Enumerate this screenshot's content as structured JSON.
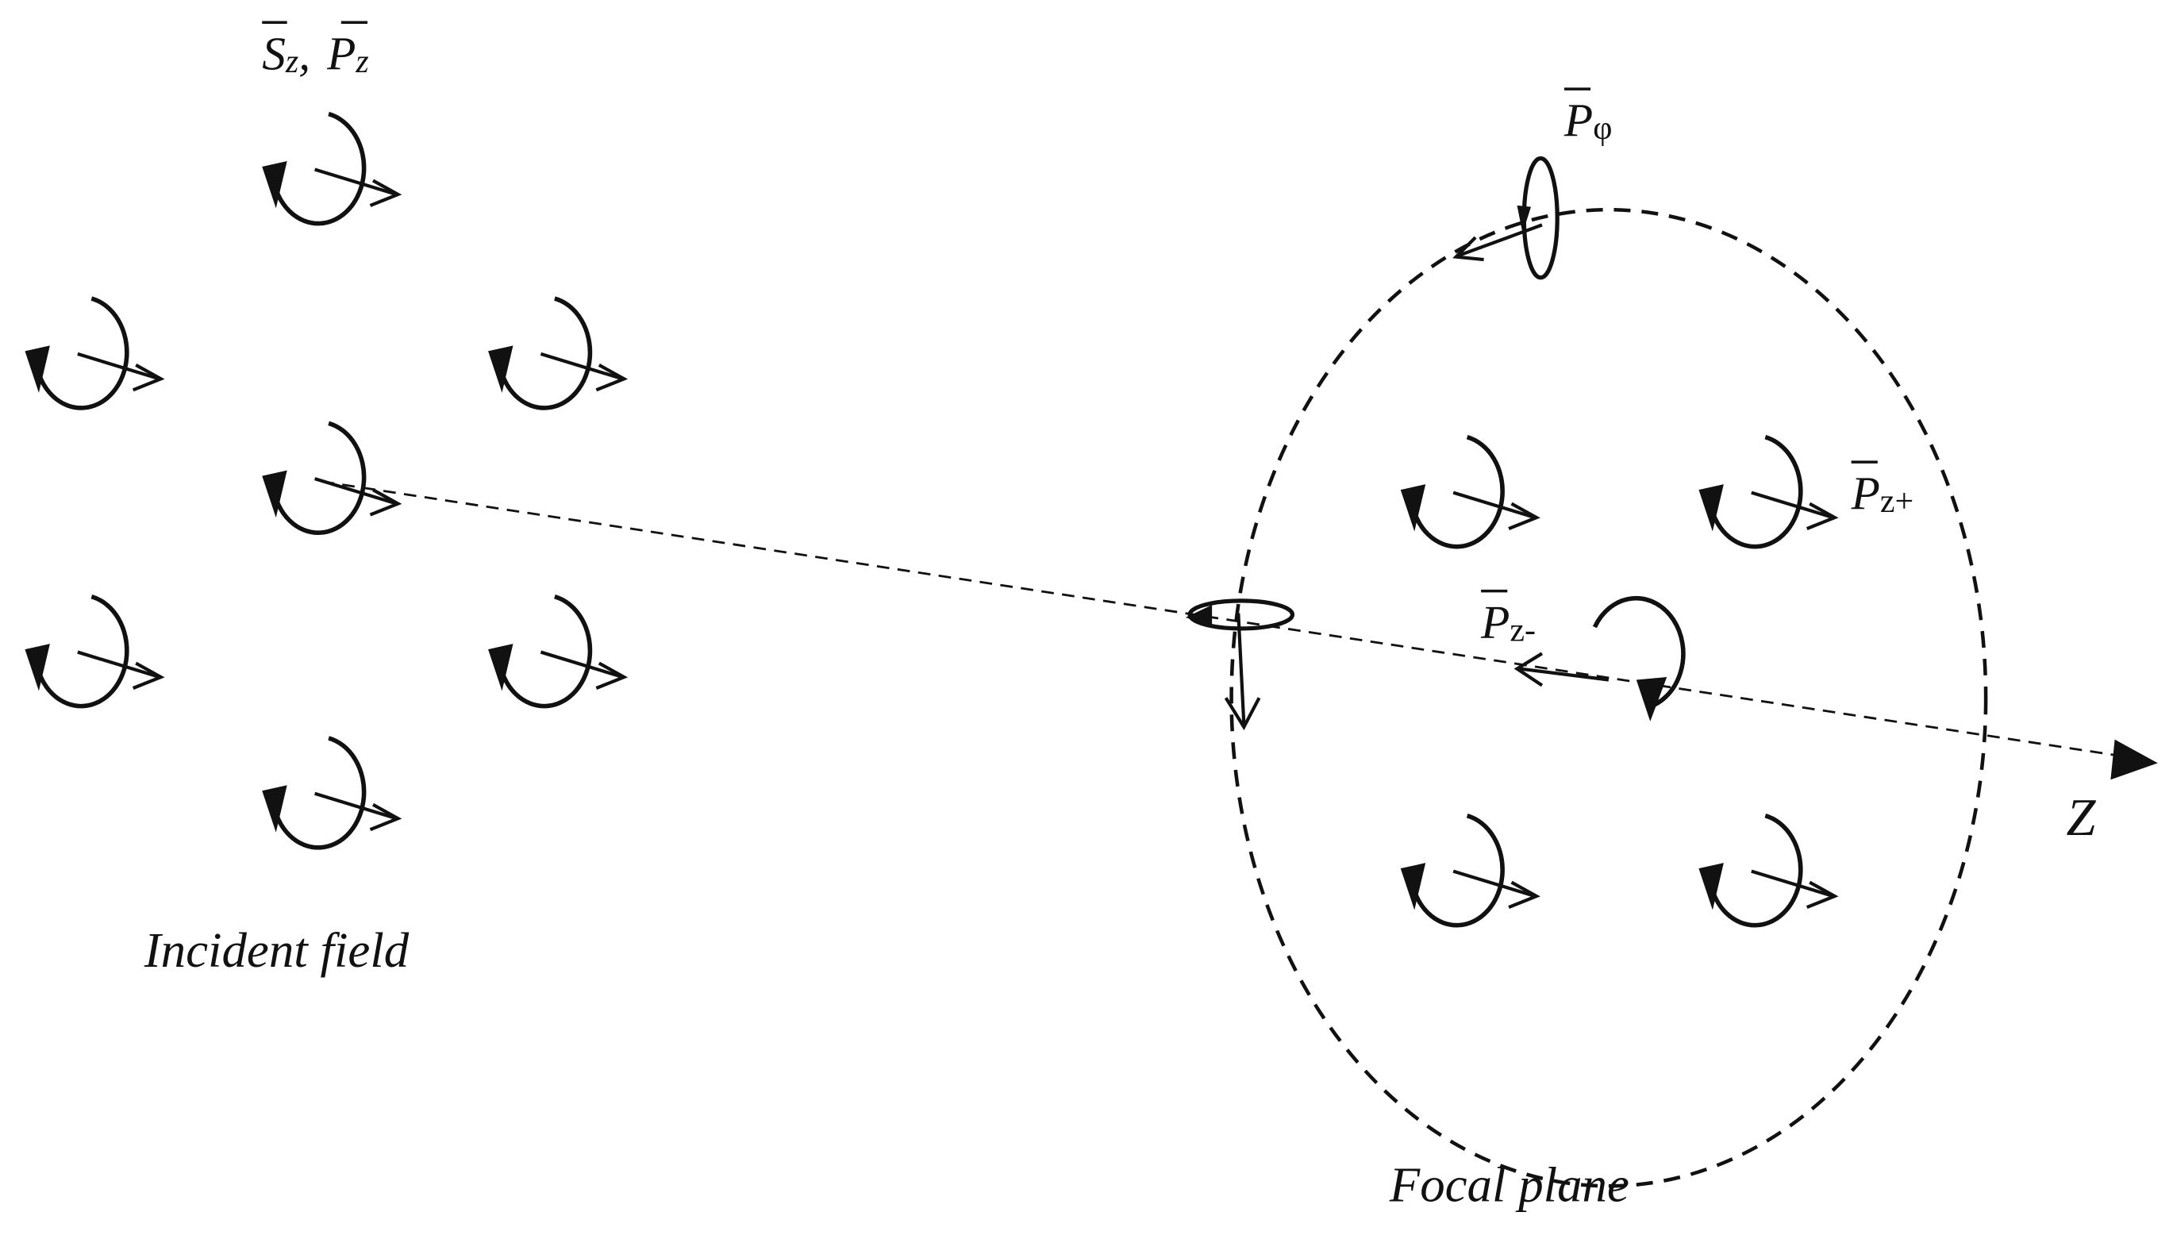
{
  "labels": {
    "incident_caption": "Incident field",
    "focal_caption": "Focal plane",
    "axis": "Z",
    "incident_symbols": {
      "s_base": "S",
      "s_sub": "z",
      "sep": ",",
      "p_base": "P",
      "p_sub": "z"
    },
    "p_phi": {
      "base": "P",
      "sub": "φ"
    },
    "p_z_plus": {
      "base": "P",
      "sub": "z+"
    },
    "p_z_minus": {
      "base": "P",
      "sub": "z-"
    }
  },
  "colors": {
    "ink": "#111111",
    "background": "#ffffff"
  },
  "icons": {
    "spin_glyph": "circular-arrow-with-straight-arrow",
    "axis_arrow": "arrowhead-right"
  }
}
